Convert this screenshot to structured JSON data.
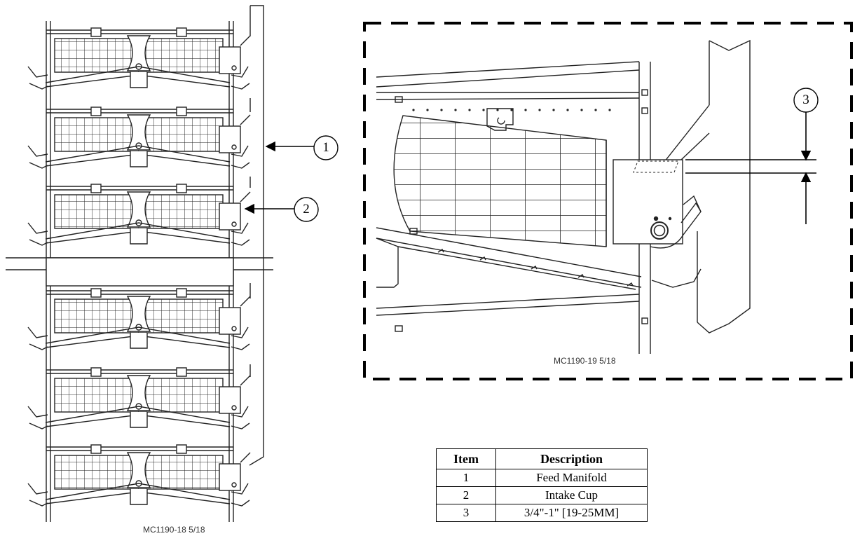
{
  "figure_codes": {
    "left": "MC1190-18 5/18",
    "detail": "MC1190-19 5/18"
  },
  "callouts": [
    "1",
    "2",
    "3"
  ],
  "table": {
    "headers": [
      "Item",
      "Description"
    ],
    "rows": [
      {
        "item": "1",
        "description": "Feed Manifold"
      },
      {
        "item": "2",
        "description": "Intake Cup"
      },
      {
        "item": "3",
        "description": "3/4\"-1\" [19-25MM]"
      }
    ]
  }
}
